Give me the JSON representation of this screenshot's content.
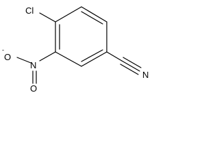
{
  "molecule": {
    "atoms": {
      "cl": "Cl",
      "n_nitro": "N",
      "o_minus": "O",
      "o_minus_charge": "-",
      "o_double": "O",
      "n_cyano": "N"
    },
    "colors": {
      "ink": "#000000",
      "background": "#ffffff"
    }
  }
}
